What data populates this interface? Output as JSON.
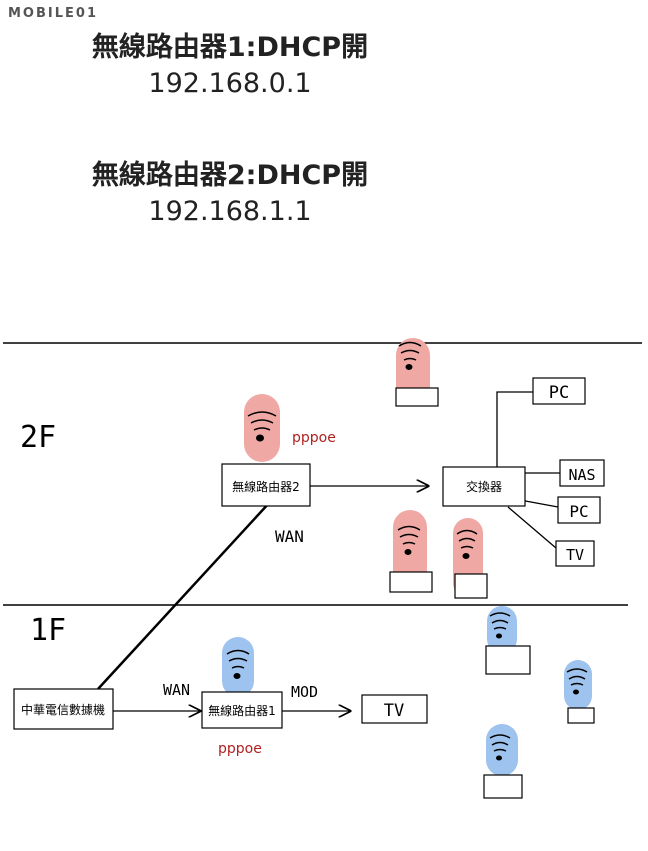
{
  "logo": "MOBILE01",
  "header": {
    "router1_title": "無線路由器1:DHCP開",
    "router1_ip": "192.168.0.1",
    "router2_title": "無線路由器2:DHCP開",
    "router2_ip": "192.168.1.1"
  },
  "floors": {
    "upper": "2F",
    "lower": "1F"
  },
  "devices": {
    "router2": "無線路由器2",
    "router1": "無線路由器1",
    "switch": "交換器",
    "modem": "中華電信數據機",
    "tv_1f": "TV",
    "pc_top": "PC",
    "nas": "NAS",
    "pc_mid": "PC",
    "tv_2f": "TV"
  },
  "labels": {
    "pppoe_2f": "pppoe",
    "pppoe_1f": "pppoe",
    "wan_2f": "WAN",
    "wan_1f": "WAN",
    "mod": "MOD"
  },
  "colors": {
    "red_wifi": "#f0a8a4",
    "blue_wifi": "#9dc3ee",
    "pppoe_text": "#b02020"
  },
  "icons": [
    "wifi-icon"
  ]
}
